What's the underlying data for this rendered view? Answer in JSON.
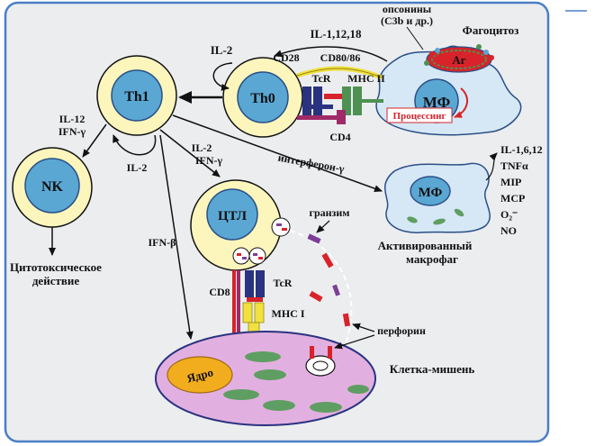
{
  "labels": {
    "il_1_12_18": "IL-1,12,18",
    "opsonins_line1": "опсонины",
    "opsonins_line2": "(C3b и др.)",
    "phagocytosis": "Фагоцитоз",
    "il2_top": "IL-2",
    "cd28": "CD28",
    "cd80_86": "CD80/86",
    "th1": "Th1",
    "th0": "Th0",
    "tcr_top": "TcR",
    "mhc2": "MHC II",
    "mf_top": "МФ",
    "ag": "Аг",
    "processing": "Процессинг",
    "cd4": "CD4",
    "il12": "IL-12",
    "ifn_gamma_left": "IFN-γ",
    "il2_mid": "IL-2",
    "ifn_gamma_mid": "IFN-γ",
    "il2_bottom": "IL-2",
    "interferon_gamma": "интерферон-γ",
    "nk": "NK",
    "ctl": "ЦТЛ",
    "granzyme": "гранзим",
    "mf_activated": "МФ",
    "act_line1": "Активированный",
    "act_line2": "макрофаг",
    "cytokines": [
      "IL-1,6,12",
      "TNFα",
      "MIP",
      "MCP",
      "O₂⁻",
      "NO"
    ],
    "ifn_beta": "IFN-β",
    "cytotoxic_line1": "Цитотоксическое",
    "cytotoxic_line2": "действие",
    "cd8": "CD8",
    "tcr_bottom": "TcR",
    "mhc1": "MHC I",
    "perforin": "перфорин",
    "nucleus": "Ядро",
    "target_cell": "Клетка-мишень"
  },
  "colors": {
    "background_panel": "#ecedef",
    "panel_border": "#4a7fc4",
    "cell_outer": "#fcf6bd",
    "cell_nucleus": "#5aa7d4",
    "macrophage": "#d6e8f6",
    "target_cell": "#e2b0e0",
    "target_nucleus": "#f2ad1e",
    "organelle": "#5f9e62",
    "granzyme": "#7b3f96",
    "perforin": "#d8232a",
    "tcr": "#2a3380",
    "mhc2": "#4e9152",
    "mhc1": "#f0e040",
    "cd4": "#a02a68",
    "antigen": "#d8232a"
  }
}
